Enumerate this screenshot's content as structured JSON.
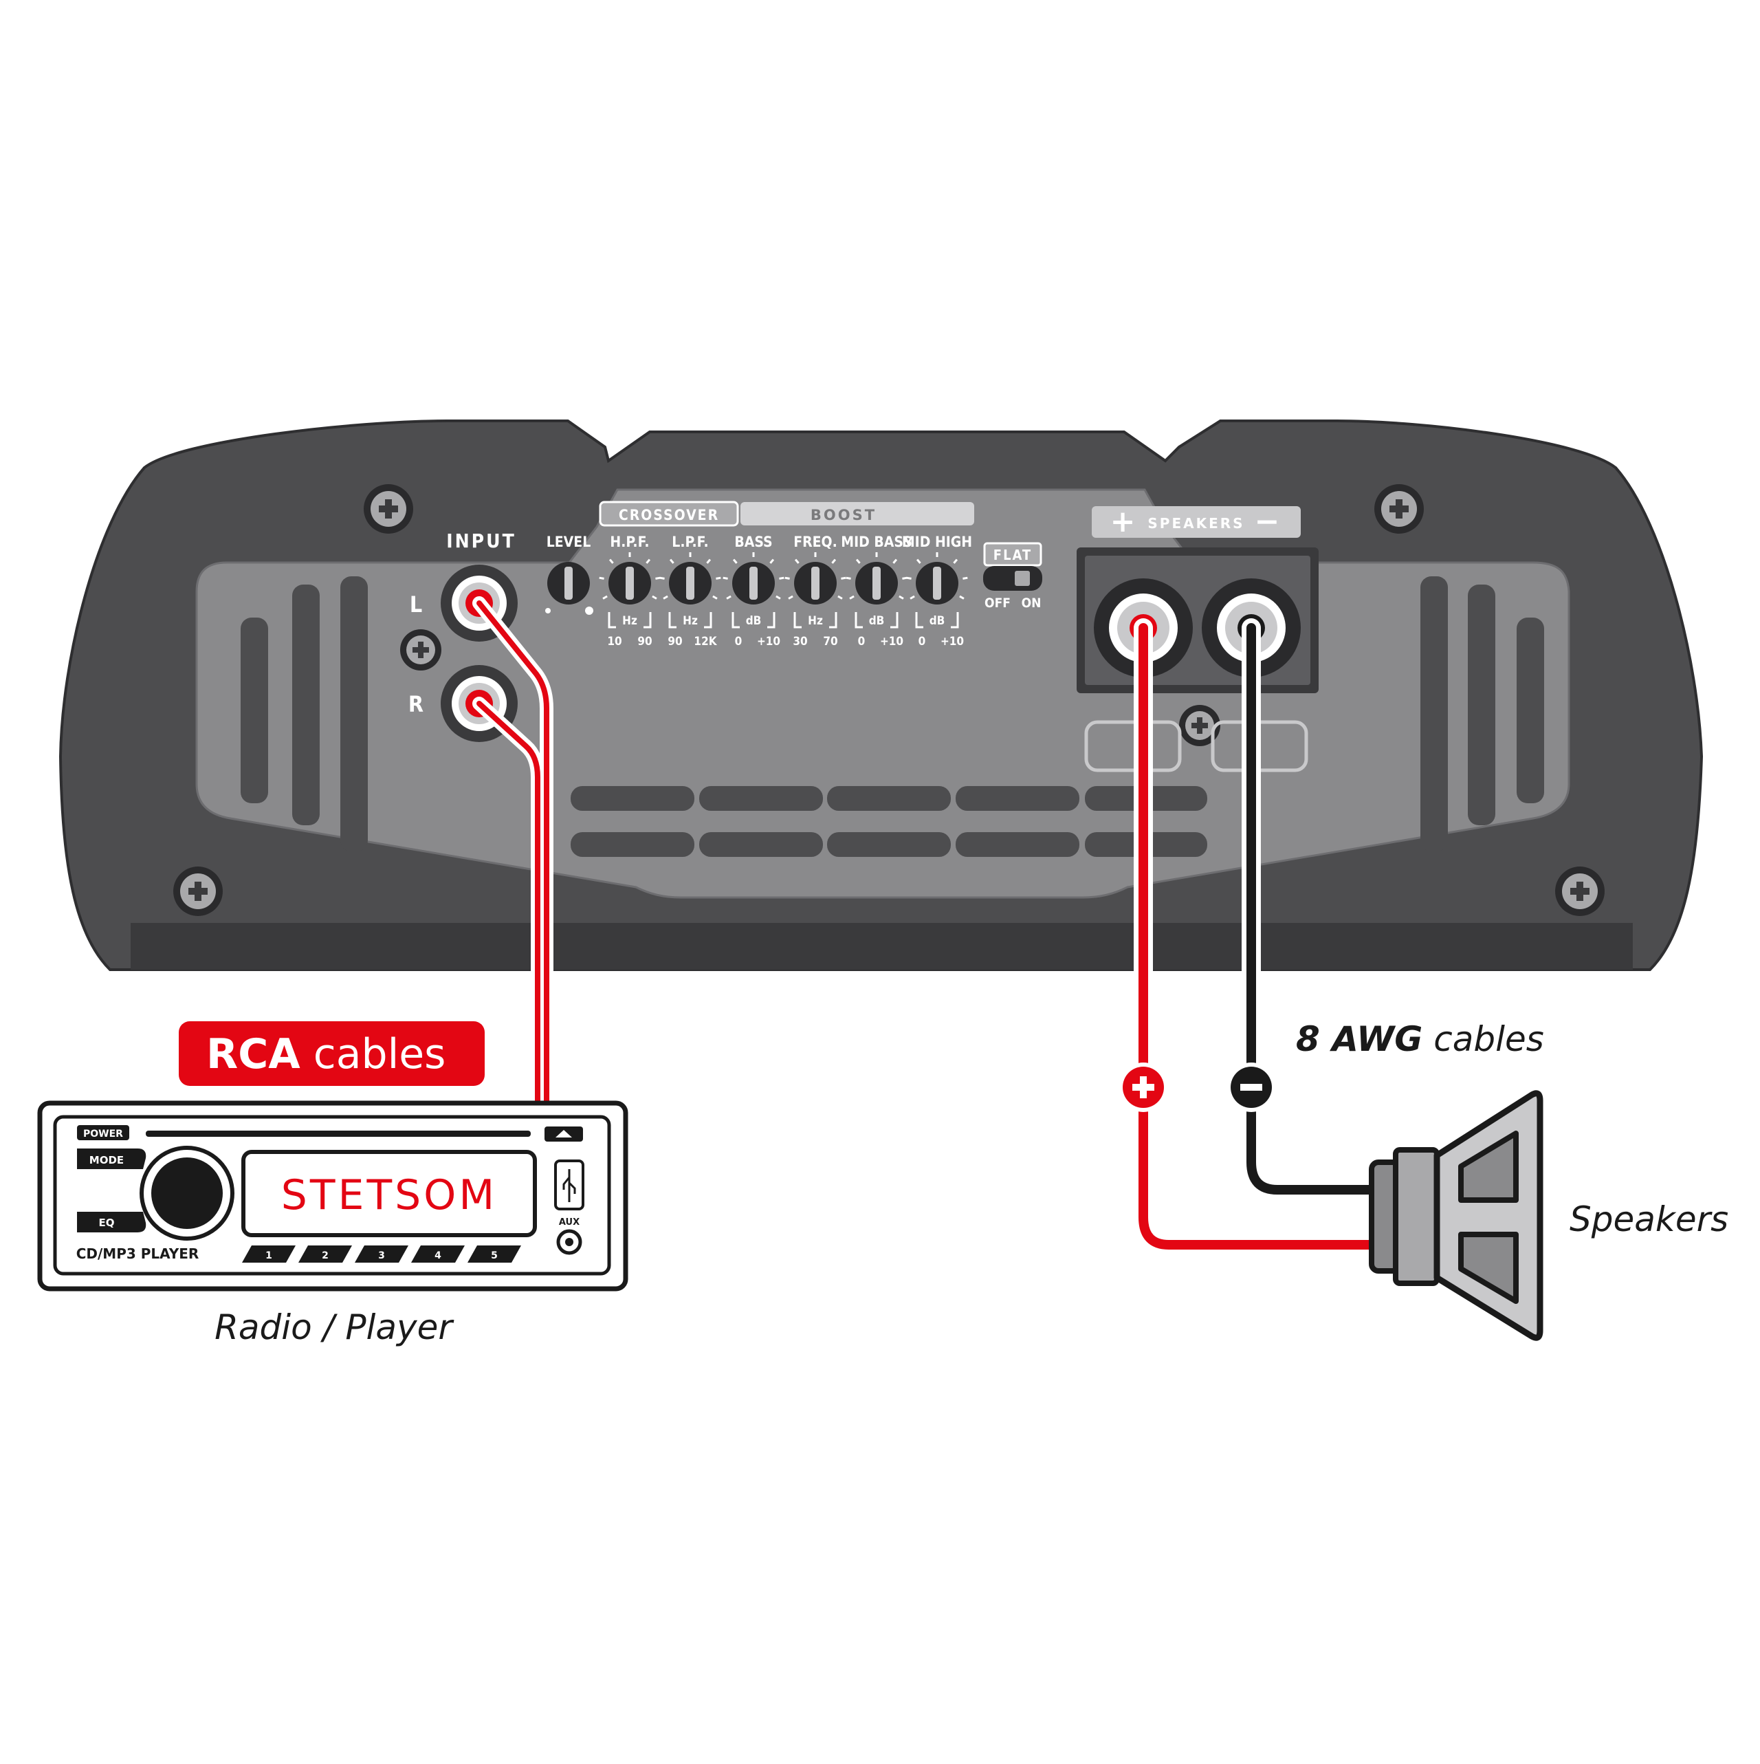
{
  "amplifier": {
    "input_label": "INPUT",
    "input_left": "L",
    "input_right": "R",
    "crossover_label": "CROSSOVER",
    "boost_label": "BOOST",
    "knobs": [
      {
        "label": "LEVEL",
        "unit": "",
        "min": "",
        "max": ""
      },
      {
        "label": "H.P.F.",
        "unit": "Hz",
        "min": "10",
        "max": "90"
      },
      {
        "label": "L.P.F.",
        "unit": "Hz",
        "min": "90",
        "max": "12K"
      },
      {
        "label": "BASS",
        "unit": "dB",
        "min": "0",
        "max": "+10"
      },
      {
        "label": "FREQ.",
        "unit": "Hz",
        "min": "30",
        "max": "70"
      },
      {
        "label": "MID BASS",
        "unit": "dB",
        "min": "0",
        "max": "+10"
      },
      {
        "label": "MID HIGH",
        "unit": "dB",
        "min": "0",
        "max": "+10"
      }
    ],
    "flat_label": "FLAT",
    "flat_off": "OFF",
    "flat_on": "ON",
    "speakers_label": "SPEAKERS",
    "speakers_plus": "+",
    "speakers_minus": "−"
  },
  "rca_badge": {
    "bold": "RCA",
    "rest": " cables"
  },
  "awg_caption": {
    "bold": "8 AWG",
    "rest": " cables"
  },
  "head_unit": {
    "power": "POWER",
    "mode": "MODE",
    "eq": "EQ",
    "display": "STETSOM",
    "model": "CD/MP3 PLAYER",
    "presets": [
      "1",
      "2",
      "3",
      "4",
      "5"
    ],
    "aux": "AUX",
    "caption": "Radio / Player"
  },
  "speaker_caption": "Speakers",
  "polarity": {
    "plus": "+",
    "minus": "−"
  },
  "colors": {
    "amp_body": "#4d4d4f",
    "amp_panel": "#8a8a8c",
    "cable_red": "#e30613",
    "cable_black": "#1a1a1a",
    "badge_red": "#e30613",
    "display_text": "#e30613"
  }
}
